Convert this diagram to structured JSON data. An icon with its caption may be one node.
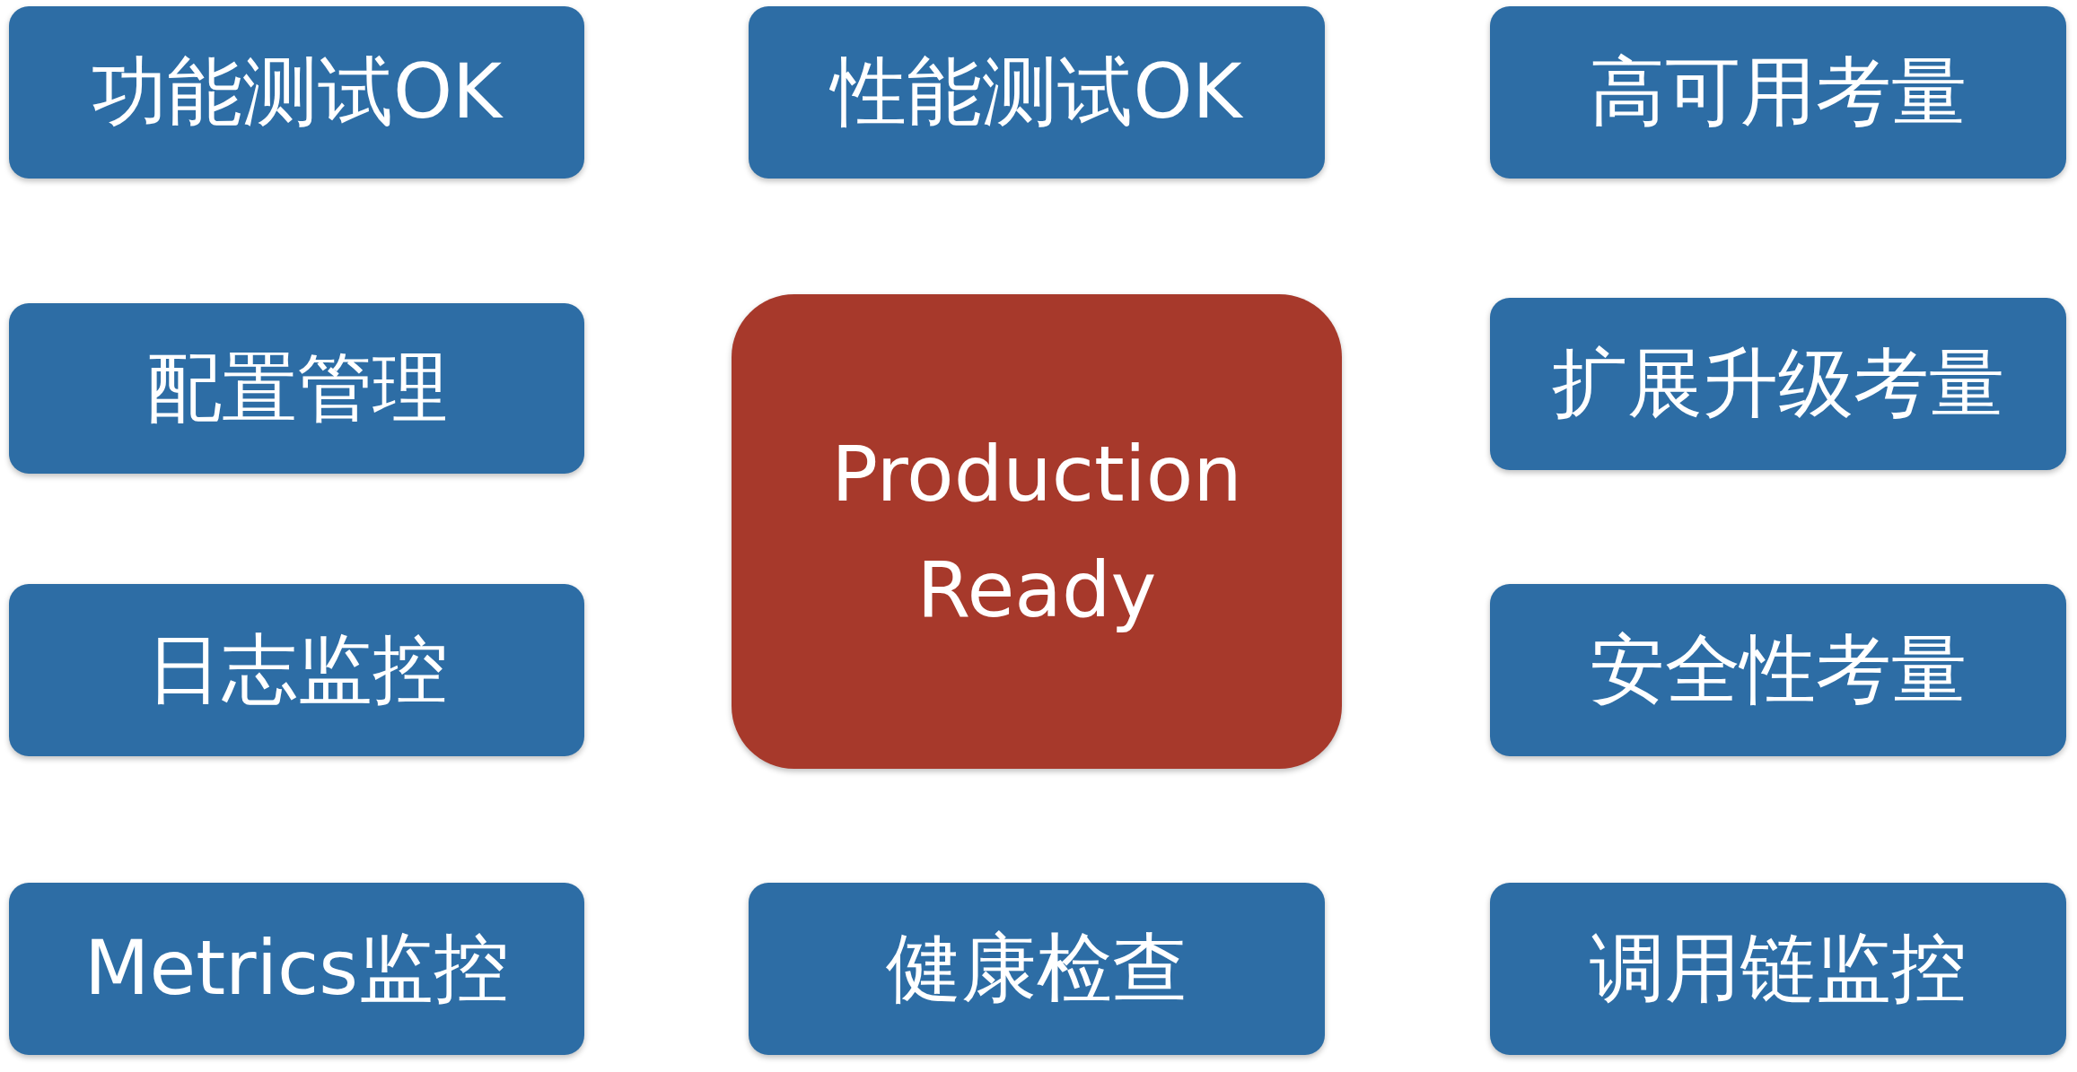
{
  "diagram": {
    "nodes": [
      {
        "text": [
          "功能测试OK"
        ]
      },
      {
        "text": [
          "性能测试OK"
        ]
      },
      {
        "text": [
          "高可用考量"
        ]
      },
      {
        "text": [
          "配置管理"
        ]
      },
      {
        "text": [
          "Production Ready"
        ]
      },
      {
        "text": [
          "扩展升级考量"
        ]
      },
      {
        "text": [
          "日志监控"
        ]
      },
      {
        "text": [
          "安全性考量"
        ]
      },
      {
        "text": [
          "Metrics监控"
        ]
      },
      {
        "text": [
          "健康检查"
        ]
      },
      {
        "text": [
          "调用链监控"
        ]
      }
    ]
  }
}
